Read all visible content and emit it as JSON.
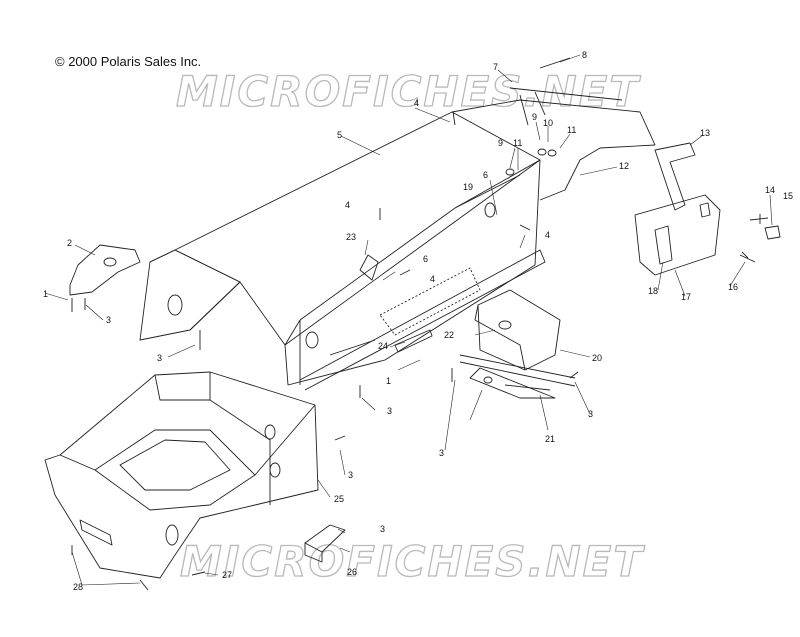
{
  "copyright": "© 2000 Polaris Sales Inc.",
  "watermark": "MICROFICHES.NET",
  "part_numbers": [
    "1",
    "2",
    "3",
    "4",
    "5",
    "6",
    "7",
    "8",
    "9",
    "10",
    "11",
    "12",
    "13",
    "14",
    "15",
    "16",
    "17",
    "18",
    "19",
    "20",
    "21",
    "22",
    "23",
    "24",
    "25",
    "26",
    "27",
    "28"
  ]
}
